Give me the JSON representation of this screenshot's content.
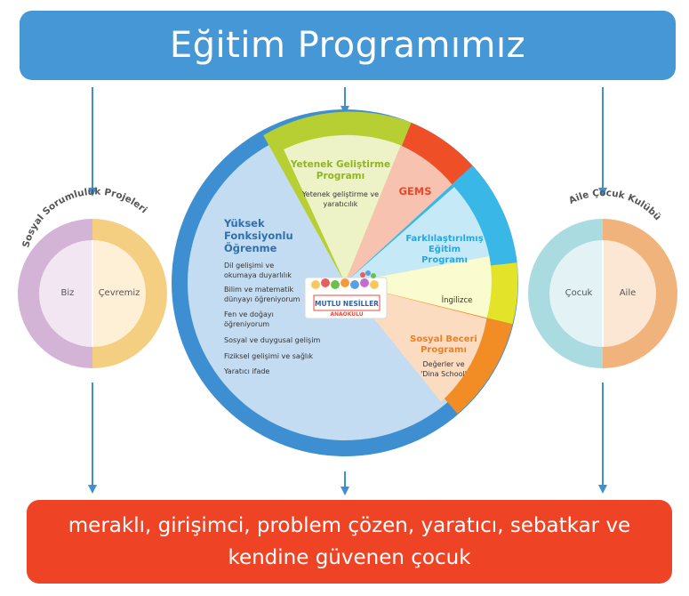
{
  "title": "Eğitim Programımız",
  "outcome": "meraklı, girişimci, problem çözen, yaratıcı, sebatkar ve kendine güvenen çocuk",
  "colors": {
    "title_bg": "#4597d5",
    "outcome_bg": "#ee4425",
    "arrow": "#3f8fd2",
    "main_ring": "#3e8fd1",
    "main_fill": "#c3dcf1"
  },
  "left_circle": {
    "arc_label": "Sosyal Sorumluluk Projeleri",
    "left_half": "Biz",
    "right_half": "Çevremiz",
    "left_ring_color": "#d4b4d6",
    "left_fill_color": "#f1e6f2",
    "right_ring_color": "#f4cf82",
    "right_fill_color": "#fdf0d7"
  },
  "right_circle": {
    "arc_label": "Aile Çocuk Kulübü",
    "left_half": "Çocuk",
    "right_half": "Aile",
    "left_ring_color": "#a9dbe0",
    "left_fill_color": "#e3f3f5",
    "right_ring_color": "#efb37b",
    "right_fill_color": "#fbe7d4"
  },
  "main_wheel": {
    "yuksek": {
      "title_lines": [
        "Yüksek",
        "Fonksiyonlu",
        "Öğrenme"
      ],
      "items": [
        [
          "Dil gelişimi ve",
          "okumaya duyarlılık"
        ],
        [
          "Bilim ve matematik",
          "dünyayı öğreniyorum"
        ],
        [
          "Fen ve doğayı",
          "öğreniyorum"
        ],
        [
          "Sosyal ve duygusal gelişim"
        ],
        [
          "Fiziksel gelişimi ve sağlık"
        ],
        [
          "Yaratıcı ifade"
        ]
      ]
    },
    "yetenek": {
      "title_lines": [
        "Yetenek Geliştirme",
        "Programı"
      ],
      "desc_lines": [
        "Yetenek geliştirme ve",
        "yaratıcılık"
      ],
      "ring_color": "#b8cf34",
      "fill_color": "#eef3c7",
      "title_color": "#8fb522"
    },
    "gems": {
      "title": "GEMS",
      "ring_color": "#ee4f26",
      "fill_color": "#f8c2b0",
      "title_color": "#e8472a"
    },
    "farkli": {
      "title_lines": [
        "Farklılaştırılmış",
        "Eğitim",
        "Programı"
      ],
      "ring_color": "#39b8e8",
      "fill_color": "#c5e9f6",
      "title_color": "#2aa6dc"
    },
    "ingilizce": {
      "title": "İngilizce",
      "ring_color": "#e3e32a",
      "fill_color": "#fbfbd0"
    },
    "sosyal": {
      "title_lines": [
        "Sosyal Beceri",
        "Programı"
      ],
      "desc_lines": [
        "Değerler ve",
        "'Dina School'"
      ],
      "ring_color": "#f28c25",
      "fill_color": "#fbdcc0",
      "title_color": "#ef7f1f"
    }
  },
  "logo": {
    "line1": "MUTLU NESİLLER",
    "line2": "ANAOKULU"
  }
}
